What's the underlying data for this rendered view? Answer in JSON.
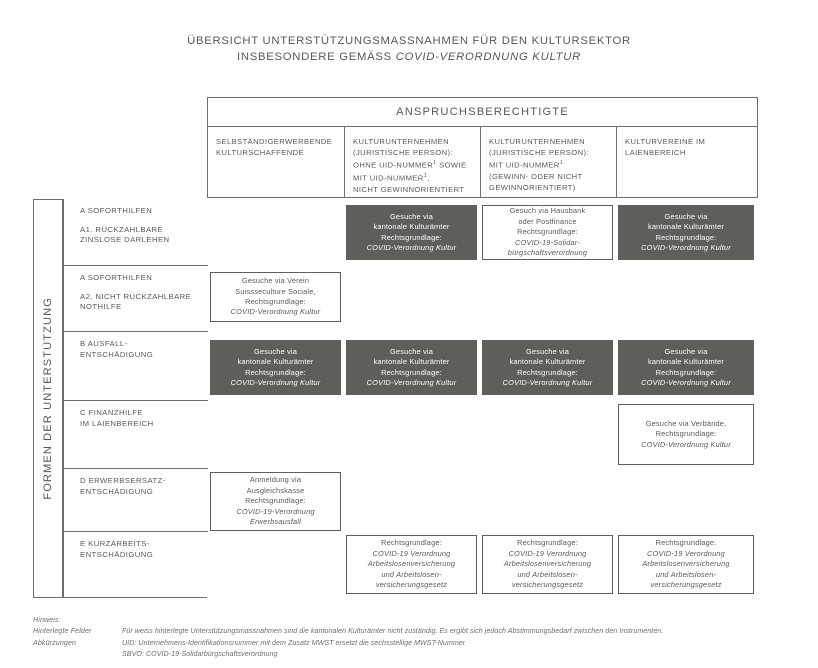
{
  "title": {
    "line1": "ÜBERSICHT UNTERSTÜTZUNGSMASSNAHMEN FÜR DEN KULTURSEKTOR",
    "line2_prefix": "INSBESONDERE GEMÄSS ",
    "line2_italic": "COVID-VERORDNUNG KULTUR"
  },
  "header": {
    "group_label": "ANSPRUCHSBERECHTIGTE",
    "columns": [
      {
        "lines": [
          "SELBSTÄNDIGERWERBENDE",
          "KULTURSCHAFFENDE"
        ]
      },
      {
        "lines": [
          "KULTURUNTERNEHMEN",
          "(JURISTISCHE PERSON):",
          "OHNE UID-NUMMER¹ SOWIE",
          "MIT UID-NUMMER¹,",
          "NICHT GEWINNORIENTIERT"
        ]
      },
      {
        "lines": [
          "KULTURUNTERNEHMEN",
          "(JURISTISCHE PERSON):",
          "MIT UID-NUMMER¹",
          "(GEWINN- ODER NICHT",
          "GEWINNORIENTIERT)"
        ]
      },
      {
        "lines": [
          "KULTURVEREINE IM",
          "LAIENBEREICH"
        ]
      }
    ]
  },
  "spine": {
    "label": "FORMEN DER UNTERSTÜTZUNG"
  },
  "rows": [
    {
      "title": "A SOFORTHILFEN",
      "sub": [
        "A1. RÜCKZAHLBARE",
        "ZINSLOSE DARLEHEN"
      ]
    },
    {
      "title": "A SOFORTHILFEN",
      "sub": [
        "A2. NICHT RÜCKZAHLBARE",
        "NOTHILFE"
      ]
    },
    {
      "title": "",
      "sub": [
        "B AUSFALL-",
        "ENTSCHÄDIGUNG"
      ]
    },
    {
      "title": "",
      "sub": [
        "C FINANZHILFE",
        "IM LAIENBEREICH"
      ]
    },
    {
      "title": "",
      "sub": [
        "D ERWERBSERSATZ-",
        "ENTSCHÄDIGUNG"
      ]
    },
    {
      "title": "",
      "sub": [
        "E KURZARBEITS-",
        "ENTSCHÄDIGUNG"
      ]
    }
  ],
  "cells": {
    "r1c2": {
      "style": "filled",
      "lines": [
        "Gesuche via",
        "kantonale Kulturämter",
        "Rechtsgrundlage:"
      ],
      "italic_lines": [
        "COVID-Verordnung Kultur"
      ]
    },
    "r1c3": {
      "style": "open",
      "lines": [
        "Gesuch via Hausbank",
        "oder Postfinance",
        "Rechtsgrundlage:"
      ],
      "italic_lines": [
        "COVID-19-Solidar-",
        "bürgschaftsverordnung"
      ]
    },
    "r1c4": {
      "style": "filled",
      "lines": [
        "Gesuche via",
        "kantonale Kulturämter",
        "Rechtsgrundlage:"
      ],
      "italic_lines": [
        "COVID-Verordnung Kultur"
      ]
    },
    "r2c1": {
      "style": "open",
      "lines": [
        "Gesuche via Verein",
        "Suissseculture Sociale,",
        "Rechtsgrundlage:"
      ],
      "italic_lines": [
        "COVID-Verordnung Kultur"
      ]
    },
    "r3c1": {
      "style": "filled",
      "lines": [
        "Gesuche via",
        "kantonale Kulturämter",
        "Rechtsgrundlage:"
      ],
      "italic_lines": [
        "COVID-Verordnung Kultur"
      ]
    },
    "r3c2": {
      "style": "filled",
      "lines": [
        "Gesuche via",
        "kantonale Kulturämter",
        "Rechtsgrundlage:"
      ],
      "italic_lines": [
        "COVID-Verordnung Kultur"
      ]
    },
    "r3c3": {
      "style": "filled",
      "lines": [
        "Gesuche via",
        "kantonale Kulturämter",
        "Rechtsgrundlage:"
      ],
      "italic_lines": [
        "COVID-Verordnung Kultur"
      ]
    },
    "r3c4": {
      "style": "filled",
      "lines": [
        "Gesuche via",
        "kantonale Kulturämter",
        "Rechtsgrundlage:"
      ],
      "italic_lines": [
        "COVID-Verordnung Kultur"
      ]
    },
    "r4c4": {
      "style": "open",
      "lines": [
        "Gesuche via Verbände,",
        "Rechtsgrundlage:"
      ],
      "italic_lines": [
        "COVID-Verordnung Kultur"
      ]
    },
    "r5c1": {
      "style": "open",
      "lines": [
        "Anmeldung via",
        "Ausgleichskasse",
        "Rechtsgrundlage:"
      ],
      "italic_lines": [
        "COVID-19-Verordnung",
        "Erwerbsausfall"
      ]
    },
    "r6c2": {
      "style": "open",
      "lines": [
        "Rechtsgrundlage:"
      ],
      "italic_lines": [
        "COVID-19 Verordnung",
        "Arbeitslosenversicherung",
        "und Arbeitslosen-",
        "versicherungsgesetz"
      ]
    },
    "r6c3": {
      "style": "open",
      "lines": [
        "Rechtsgrundlage:"
      ],
      "italic_lines": [
        "COVID-19 Verordnung",
        "Arbeitslosenversicherung",
        "und Arbeitslosen-",
        "versicherungsgesetz"
      ]
    },
    "r6c4": {
      "style": "open",
      "lines": [
        "Rechtsgrundlage:"
      ],
      "italic_lines": [
        "COVID-19 Verordnung",
        "Arbeitslosenversicherung",
        "und Arbeitslosen-",
        "versicherungsgesetz"
      ]
    }
  },
  "footnotes": {
    "heading": "Hinweis:",
    "rows": [
      {
        "key": "Hinterlegte Felder",
        "value": "Für weiss hinterlegte Unterstützungsmassnahmen sind die kantonalen Kulturämter nicht zuständig. Es ergibt sich jedoch Abstimmungsbedarf zwischen den Instrumenten."
      },
      {
        "key": "Abkürzungen",
        "value": "UID: Unternehmens-Identifikationsnummer mit dem Zusatz MWST ersetzt die sechsstellige MWST-Nummer"
      },
      {
        "key": "",
        "value": "SBVO: COVID-19-Solidarbürgschaftsverordnung"
      }
    ]
  },
  "colors": {
    "filled_cell": "#5e5e5b",
    "border": "#6d6d6b",
    "text": "#58585a"
  }
}
